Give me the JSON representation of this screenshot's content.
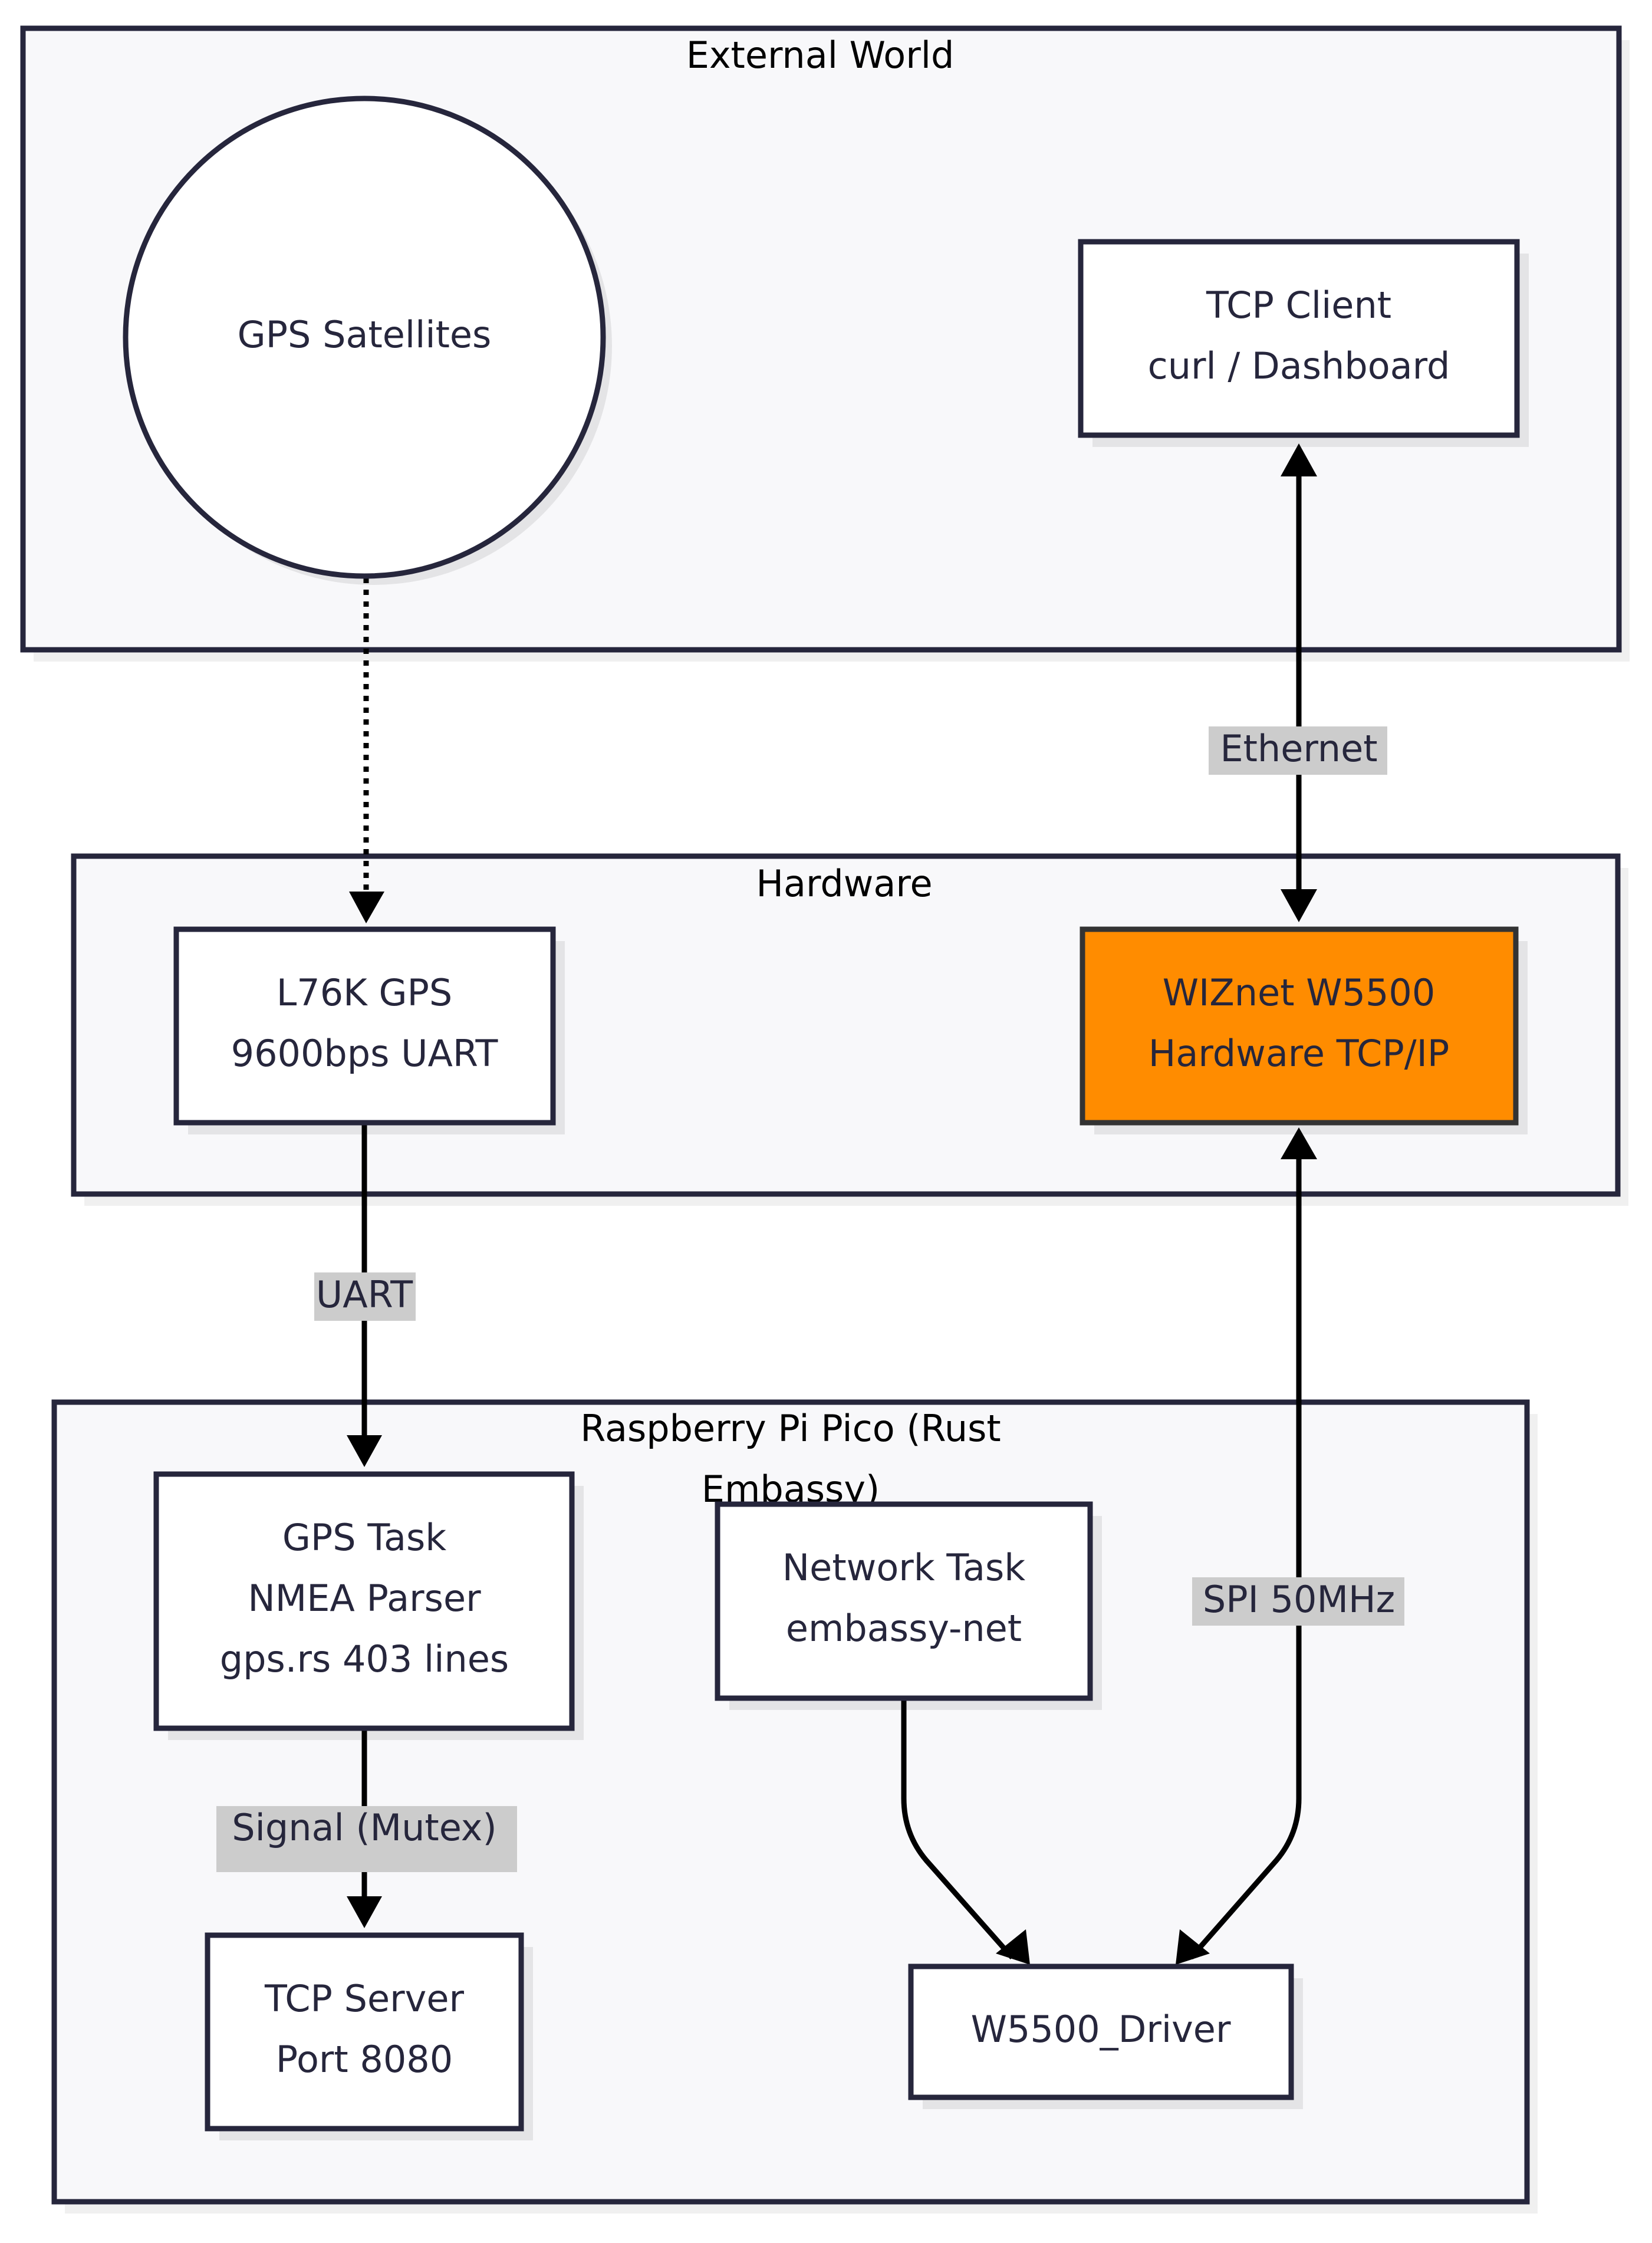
{
  "clusters": {
    "external": {
      "title": "External World"
    },
    "hardware": {
      "title": "Hardware"
    },
    "pico": {
      "title_line1": "Raspberry Pi Pico (Rust",
      "title_line2": "Embassy)"
    }
  },
  "nodes": {
    "gps_satellites": {
      "label": "GPS Satellites",
      "shape": "circle"
    },
    "tcp_client": {
      "line1": "TCP Client",
      "line2": "curl / Dashboard"
    },
    "l76k": {
      "line1": "L76K GPS",
      "line2": "9600bps UART"
    },
    "w5500": {
      "line1": "WIZnet W5500",
      "line2": "Hardware TCP/IP",
      "fill": "#ff8c00"
    },
    "gps_task": {
      "line1": "GPS Task",
      "line2": "NMEA Parser",
      "line3": "gps.rs 403 lines"
    },
    "network_task": {
      "line1": "Network Task",
      "line2": "embassy-net"
    },
    "tcp_server": {
      "line1": "TCP Server",
      "line2": "Port 8080"
    },
    "w5500_driver": {
      "label": "W5500_Driver"
    }
  },
  "edges": [
    {
      "from": "GPS Satellites",
      "to": "L76K GPS",
      "style": "dotted",
      "label": ""
    },
    {
      "from": "TCP Client",
      "to": "WIZnet W5500",
      "style": "bidirectional",
      "label": "Ethernet"
    },
    {
      "from": "L76K GPS",
      "to": "GPS Task",
      "style": "solid",
      "label": "UART"
    },
    {
      "from": "W5500_Driver",
      "to": "WIZnet W5500",
      "style": "bidirectional",
      "label": "SPI 50MHz"
    },
    {
      "from": "GPS Task",
      "to": "TCP Server",
      "style": "solid",
      "label": "Signal (Mutex)"
    },
    {
      "from": "Network Task",
      "to": "W5500_Driver",
      "style": "solid",
      "label": ""
    }
  ]
}
